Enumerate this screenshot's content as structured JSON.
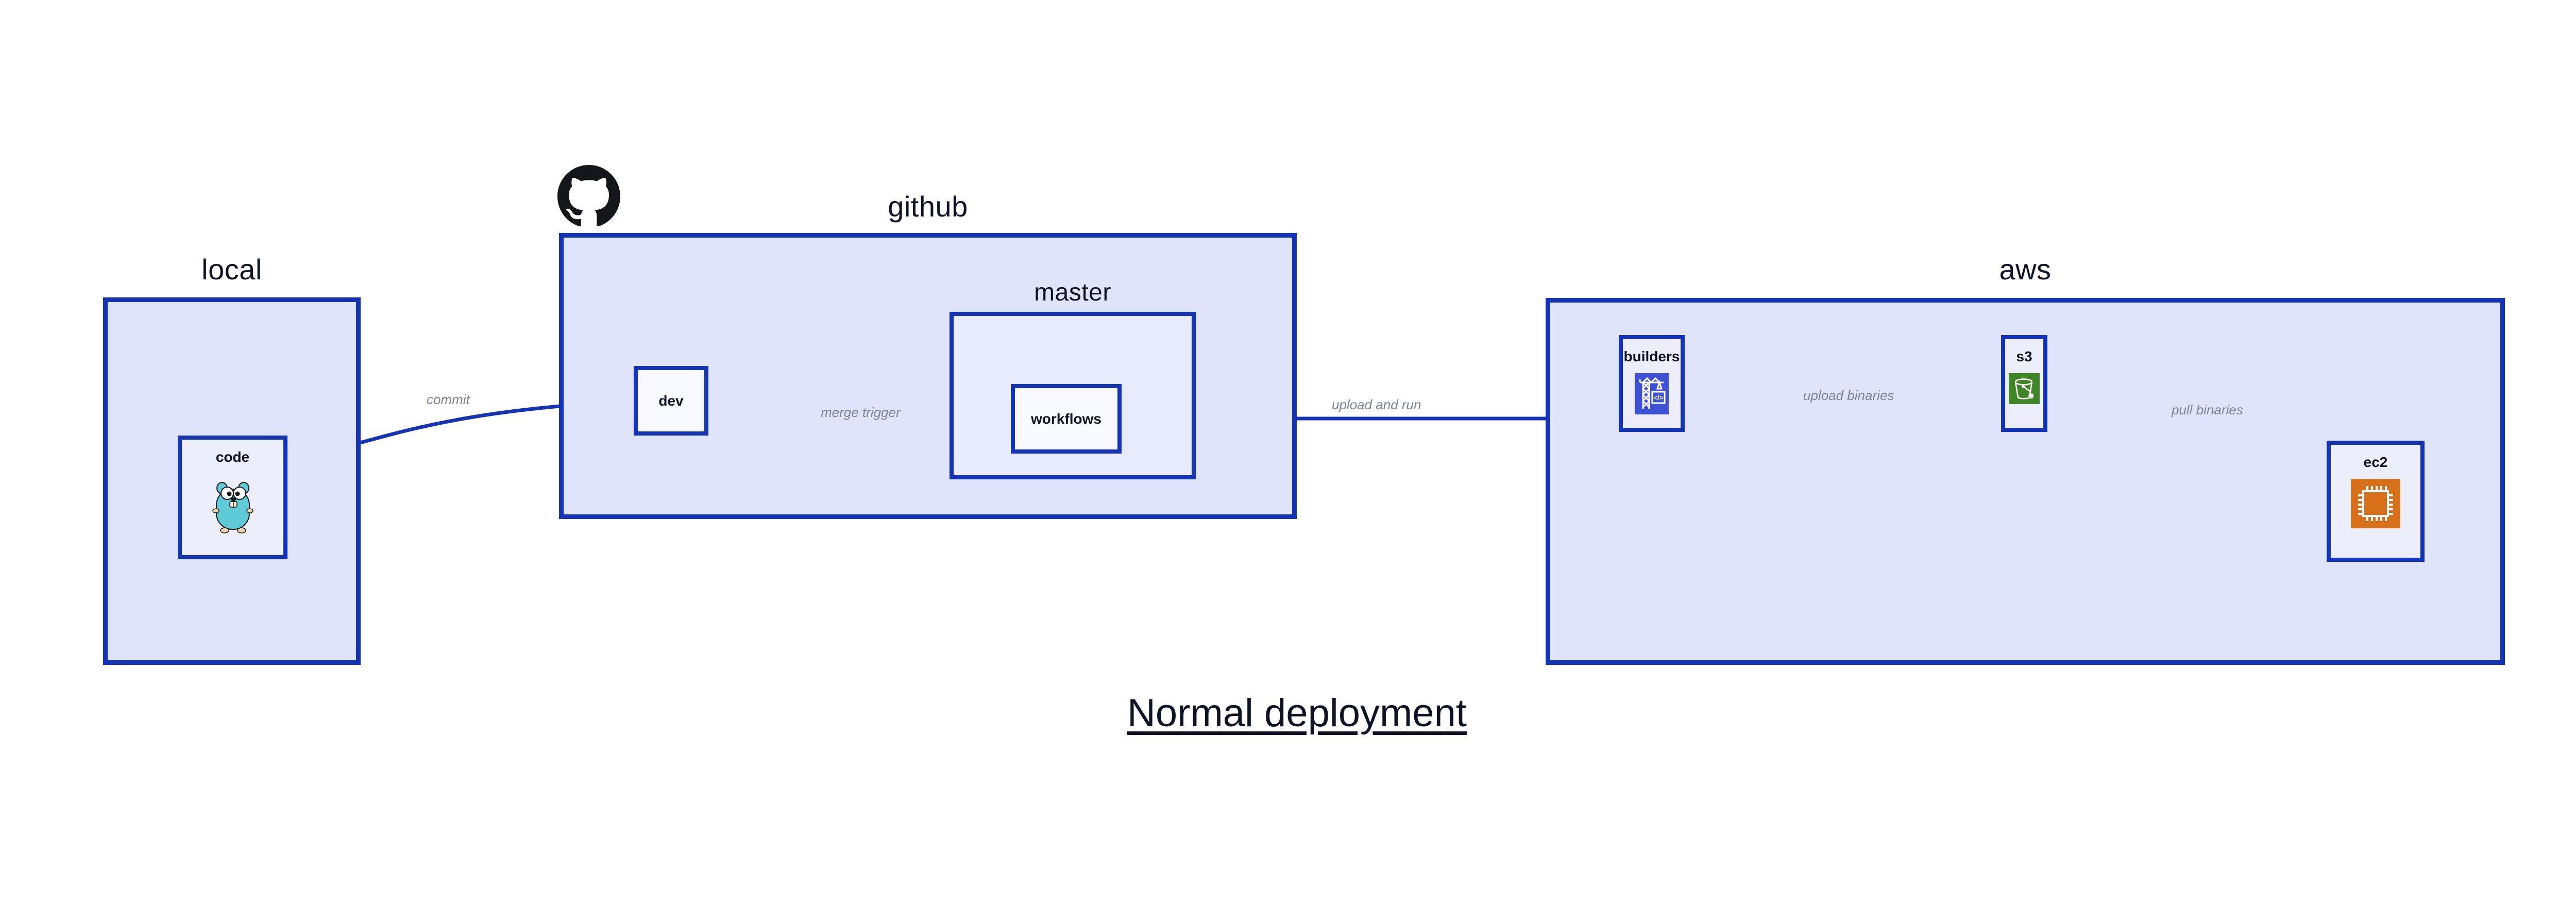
{
  "diagram": {
    "title": "Normal deployment",
    "accent_border": "#1434b8",
    "group_fill": "#dfe4fb",
    "subgroup_fill": "#e7ebfc",
    "node_fill": "#eceffb",
    "edge_label_color": "#7c8594"
  },
  "groups": [
    {
      "id": "local",
      "label": "local"
    },
    {
      "id": "github",
      "label": "github"
    },
    {
      "id": "aws",
      "label": "aws"
    }
  ],
  "subgroups": [
    {
      "id": "master",
      "label": "master",
      "parent": "github"
    }
  ],
  "nodes": [
    {
      "id": "code",
      "label": "code",
      "parent": "local",
      "icon": "go-gopher-icon",
      "icon_color": "#5ecbd6"
    },
    {
      "id": "dev",
      "label": "dev",
      "parent": "github",
      "icon": "none",
      "icon_color": ""
    },
    {
      "id": "workflows",
      "label": "workflows",
      "parent": "master",
      "icon": "none",
      "icon_color": ""
    },
    {
      "id": "builders",
      "label": "builders",
      "parent": "aws",
      "icon": "aws-crane-code-icon",
      "icon_color": "#3f51d4"
    },
    {
      "id": "s3",
      "label": "s3",
      "parent": "aws",
      "icon": "aws-s3-bucket-icon",
      "icon_color": "#3f8624"
    },
    {
      "id": "ec2",
      "label": "ec2",
      "parent": "aws",
      "icon": "aws-ec2-chip-icon",
      "icon_color": "#d8701a"
    }
  ],
  "edges": [
    {
      "id": "commit",
      "label": "commit",
      "from": "code",
      "to": "dev"
    },
    {
      "id": "merge-trigger",
      "label": "merge trigger",
      "from": "dev",
      "to": "workflows"
    },
    {
      "id": "upload-and-run",
      "label": "upload and run",
      "from": "workflows",
      "to": "builders"
    },
    {
      "id": "upload-binaries",
      "label": "upload binaries",
      "from": "builders",
      "to": "s3"
    },
    {
      "id": "pull-binaries",
      "label": "pull binaries",
      "from": "s3",
      "to": "ec2"
    }
  ],
  "logos": [
    {
      "id": "github-mark",
      "name": "github-octocat-logo",
      "color": "#15161a"
    }
  ]
}
